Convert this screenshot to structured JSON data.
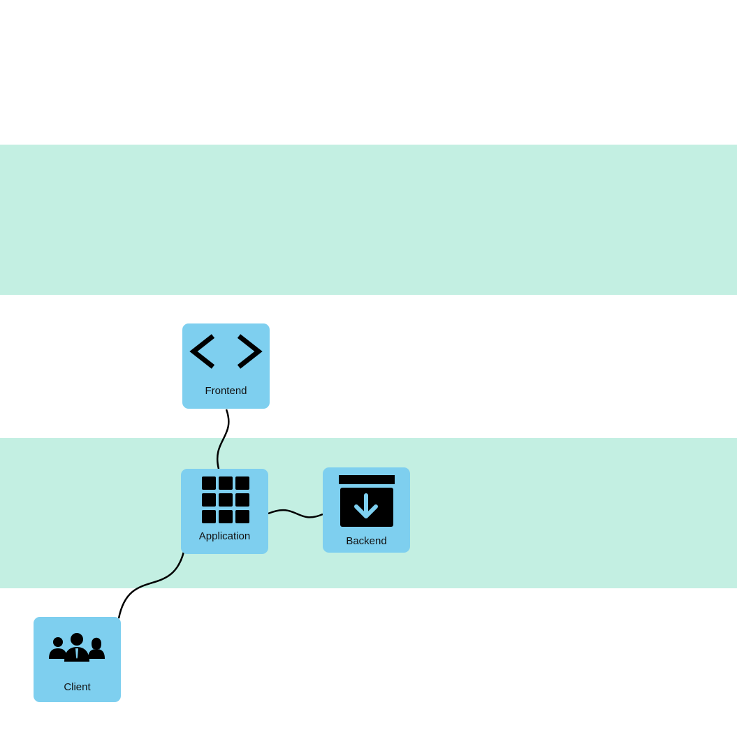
{
  "colors": {
    "band": "#c3efe2",
    "node_fill": "#7ecfef",
    "icon": "#000000",
    "icon_accent": "#7ecfef",
    "connector": "#000000"
  },
  "nodes": {
    "frontend": {
      "label": "Frontend",
      "icon": "code-brackets-icon"
    },
    "application": {
      "label": "Application",
      "icon": "grid-icon"
    },
    "backend": {
      "label": "Backend",
      "icon": "archive-download-icon"
    },
    "client": {
      "label": "Client",
      "icon": "users-group-icon"
    }
  },
  "connections": [
    {
      "from": "Frontend",
      "to": "Application"
    },
    {
      "from": "Application",
      "to": "Backend"
    },
    {
      "from": "Application",
      "to": "Client"
    }
  ]
}
